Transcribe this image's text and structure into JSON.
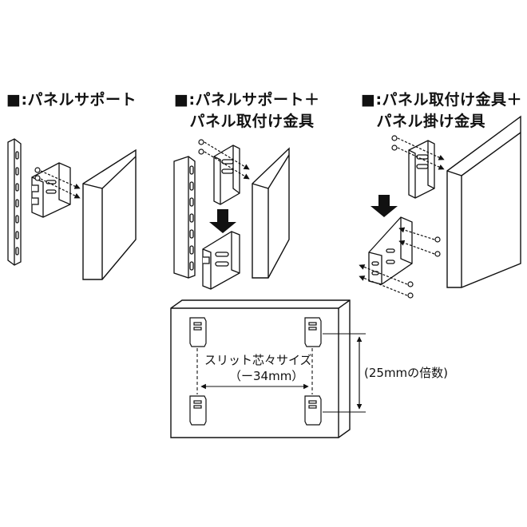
{
  "sections": [
    {
      "id": "panel-support",
      "lines": [
        "■:パネルサポート"
      ]
    },
    {
      "id": "panel-support-plus-bracket",
      "lines": [
        "■:パネルサポート＋",
        "　パネル取付け金具"
      ]
    },
    {
      "id": "bracket-plus-hanger",
      "lines": [
        "■:パネル取付け金具＋",
        "　パネル掛け金具"
      ]
    }
  ],
  "dimensions": {
    "slit_pitch_label": "スリット芯々サイズ",
    "slit_pitch_value": "（ー34mm）",
    "height_multiple": "(25mmの倍数)"
  },
  "colors": {
    "line": "#111111",
    "panel_fill": "#ffffff",
    "arrow_fill": "#111111"
  }
}
